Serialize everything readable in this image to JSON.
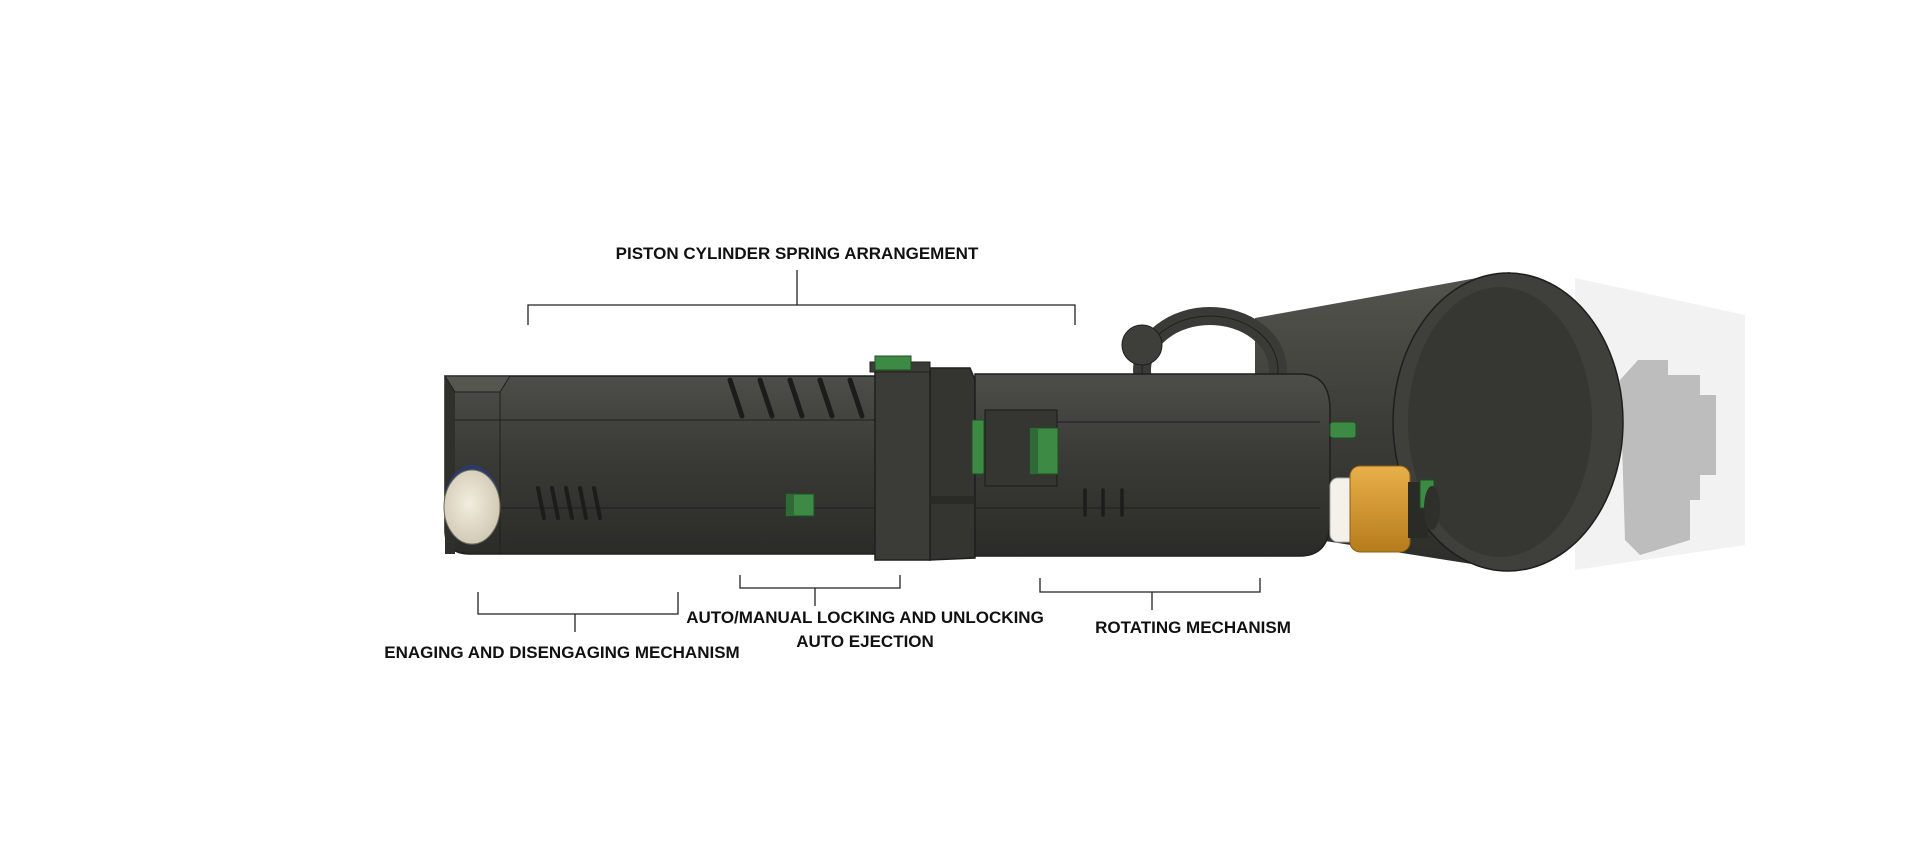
{
  "labels": {
    "piston": "PISTON CYLINDER SPRING ARRANGEMENT",
    "engage": "ENAGING AND DISENGAGING MECHANISM",
    "auto_line1": "AUTO/MANUAL LOCKING AND UNLOCKING",
    "auto_line2": "AUTO EJECTION",
    "rotate": "ROTATING MECHANISM"
  },
  "colors": {
    "body": "#3b3b37",
    "body_dark": "#2a2a27",
    "body_light": "#4a4a46",
    "green": "#3d8a45",
    "gold": "#d89a2a",
    "cream": "#e6e0cf",
    "ghost": "#b5b5b5",
    "line": "#222222"
  }
}
